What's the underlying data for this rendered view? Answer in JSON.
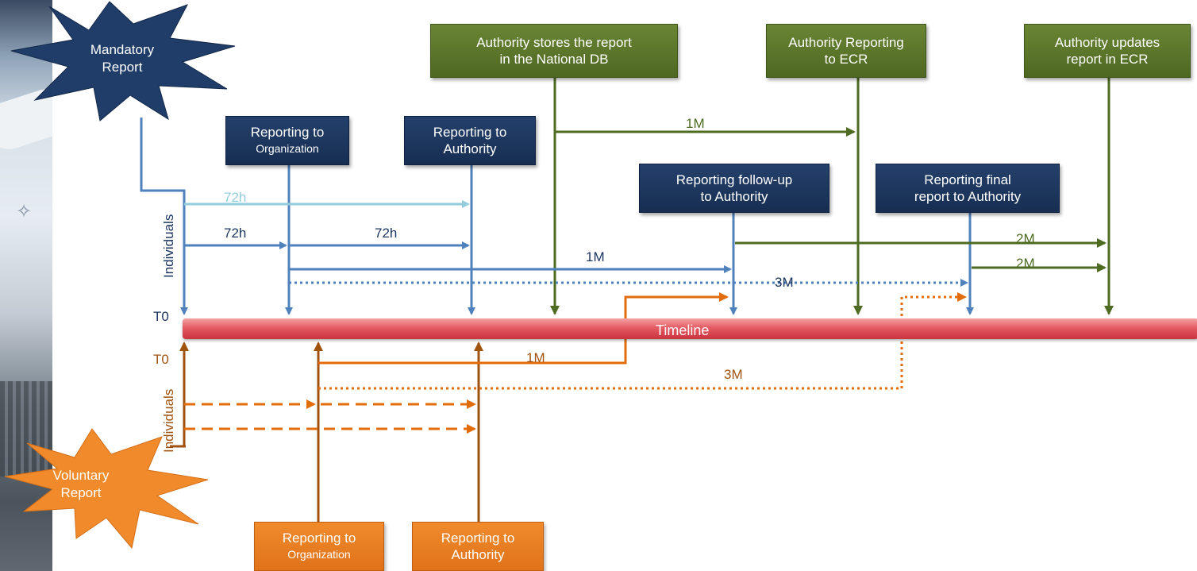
{
  "mandatory_report": "Mandatory\nReport",
  "voluntary_report": "Voluntary\nReport",
  "timeline_label": "Timeline",
  "t0_top": "T0",
  "t0_bottom": "T0",
  "individuals_top": "Individuals",
  "individuals_bottom": "Individuals",
  "boxes": {
    "authority_stores": "Authority stores the report\nin the National DB",
    "authority_reporting_ecr": "Authority Reporting\nto ECR",
    "authority_updates_ecr": "Authority updates\nreport in ECR",
    "reporting_to": "Reporting to",
    "organization": "Organization",
    "reporting_to_authority": "Reporting to\nAuthority",
    "reporting_follow_up": "Reporting follow-up\nto Authority",
    "reporting_final": "Reporting final\nreport to Authority",
    "orange_reporting_to": "Reporting to",
    "orange_organization": "Organization",
    "orange_reporting_to_authority": "Reporting to\nAuthority"
  },
  "durations": {
    "green_1m": "1M",
    "light_72h": "72h",
    "blue_72h_a": "72h",
    "blue_72h_b": "72h",
    "blue_1m": "1M",
    "blue_3m": "3M",
    "green_2m_a": "2M",
    "green_2m_b": "2M",
    "orange_1m": "1M",
    "orange_3m": "3M"
  },
  "colors": {
    "green": "#4e6b22",
    "navy": "#1c3660",
    "blue": "#4f81bd",
    "light_blue": "#93cddd",
    "orange": "#e36c0a",
    "brown": "#a0520f",
    "timeline": "#d9434d",
    "star_navy": "#1f3d68",
    "star_orange": "#f08a2b"
  }
}
